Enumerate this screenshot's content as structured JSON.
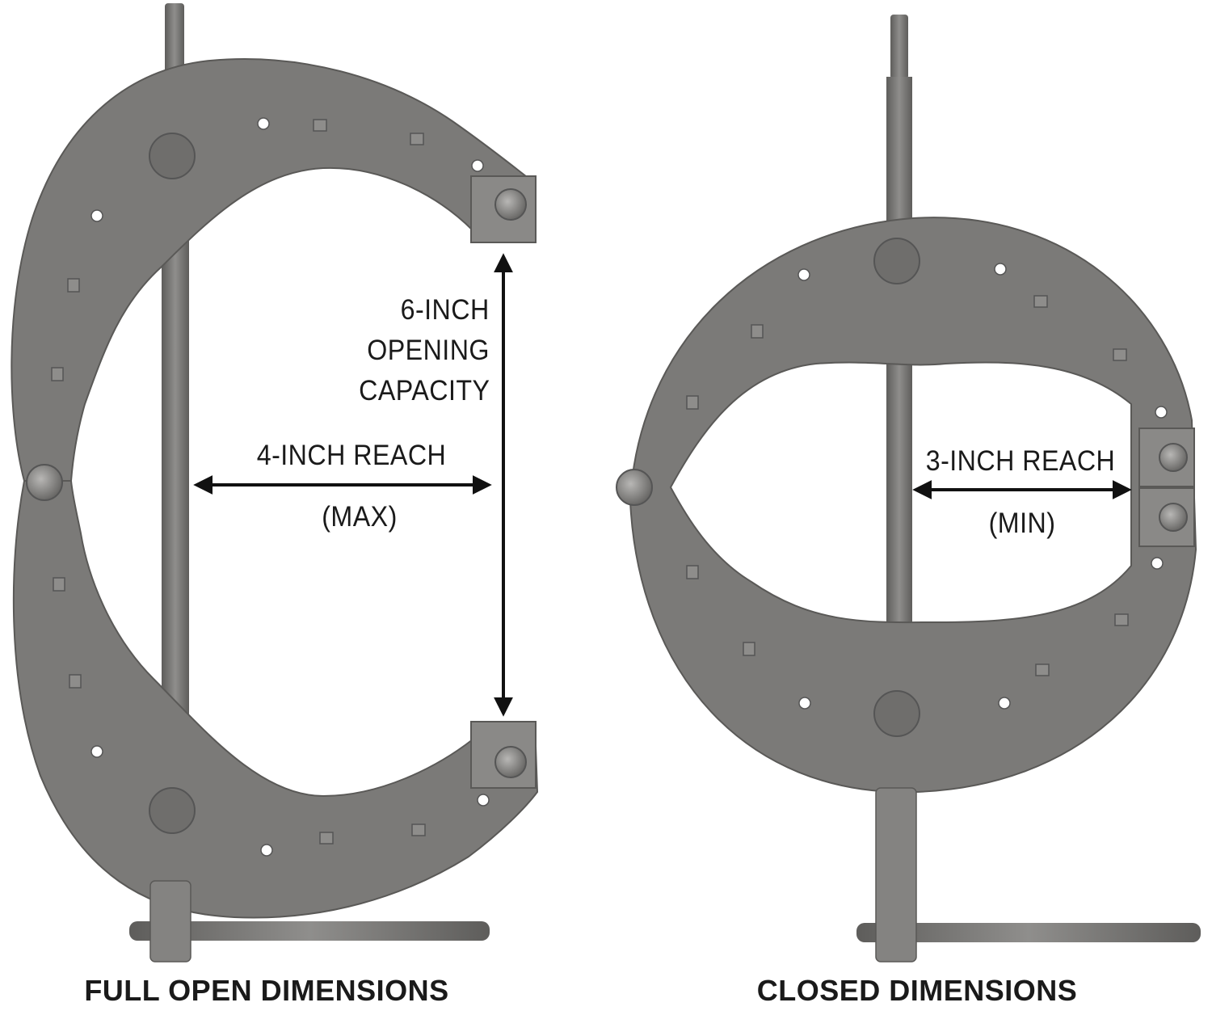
{
  "colors": {
    "background": "#ffffff",
    "metal": "#7b7a78",
    "metal_dark": "#5a5957",
    "metal_light": "#9c9b99",
    "hole": "#ffffff",
    "text": "#1a1a1a",
    "arrow": "#111111"
  },
  "open_clamp": {
    "caption": "FULL OPEN DIMENSIONS",
    "opening_label_line1": "6-INCH",
    "opening_label_line2": "OPENING",
    "opening_label_line3": "CAPACITY",
    "reach_label": "4-INCH REACH",
    "reach_qualifier": "(MAX)"
  },
  "closed_clamp": {
    "caption": "CLOSED DIMENSIONS",
    "reach_label": "3-INCH REACH",
    "reach_qualifier": "(MIN)"
  }
}
